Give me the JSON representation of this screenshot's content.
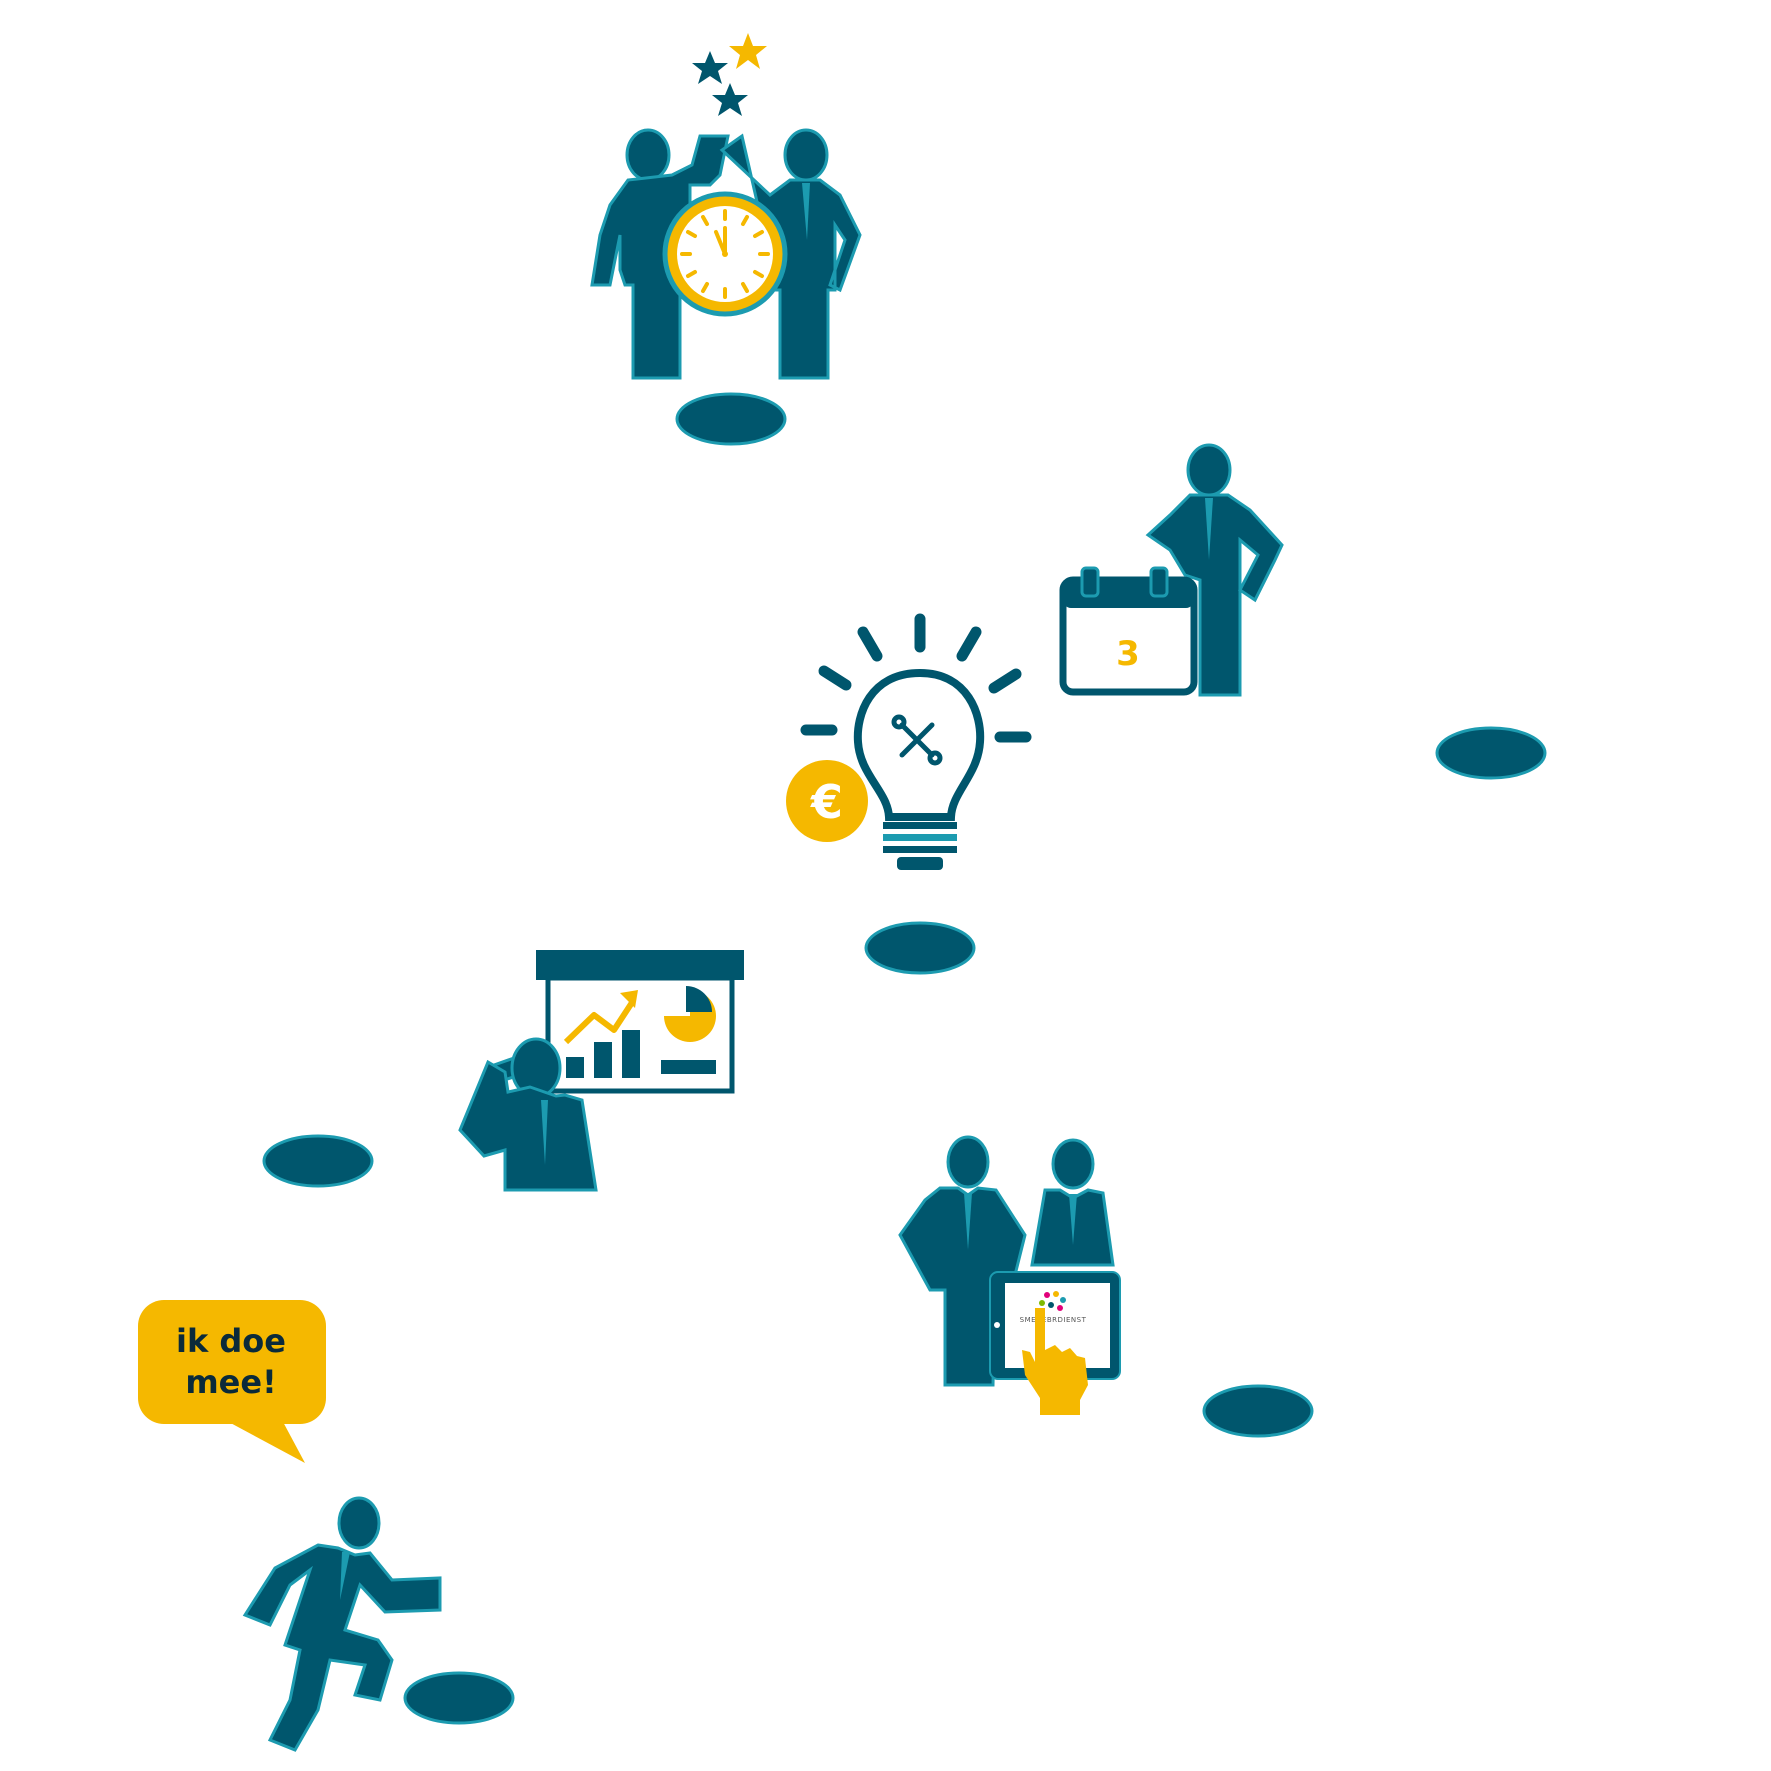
{
  "colors": {
    "primary": "#00566d",
    "accent_outline": "#1c9bb0",
    "highlight": "#f5b800",
    "background": "#ffffff"
  },
  "speech_bubble": {
    "line1": "ik doe",
    "line2": "mee!"
  },
  "calendar": {
    "day": "3"
  },
  "coin": {
    "symbol": "€"
  },
  "tablet": {
    "brand_text": "SMEDEBRDIENST"
  },
  "icons": [
    "running-person-icon",
    "presenter-with-board-icon",
    "two-people-with-tablet-icon",
    "lightbulb-with-tools-icon",
    "person-with-calendar-icon",
    "celebrating-pair-with-clock-icon"
  ]
}
